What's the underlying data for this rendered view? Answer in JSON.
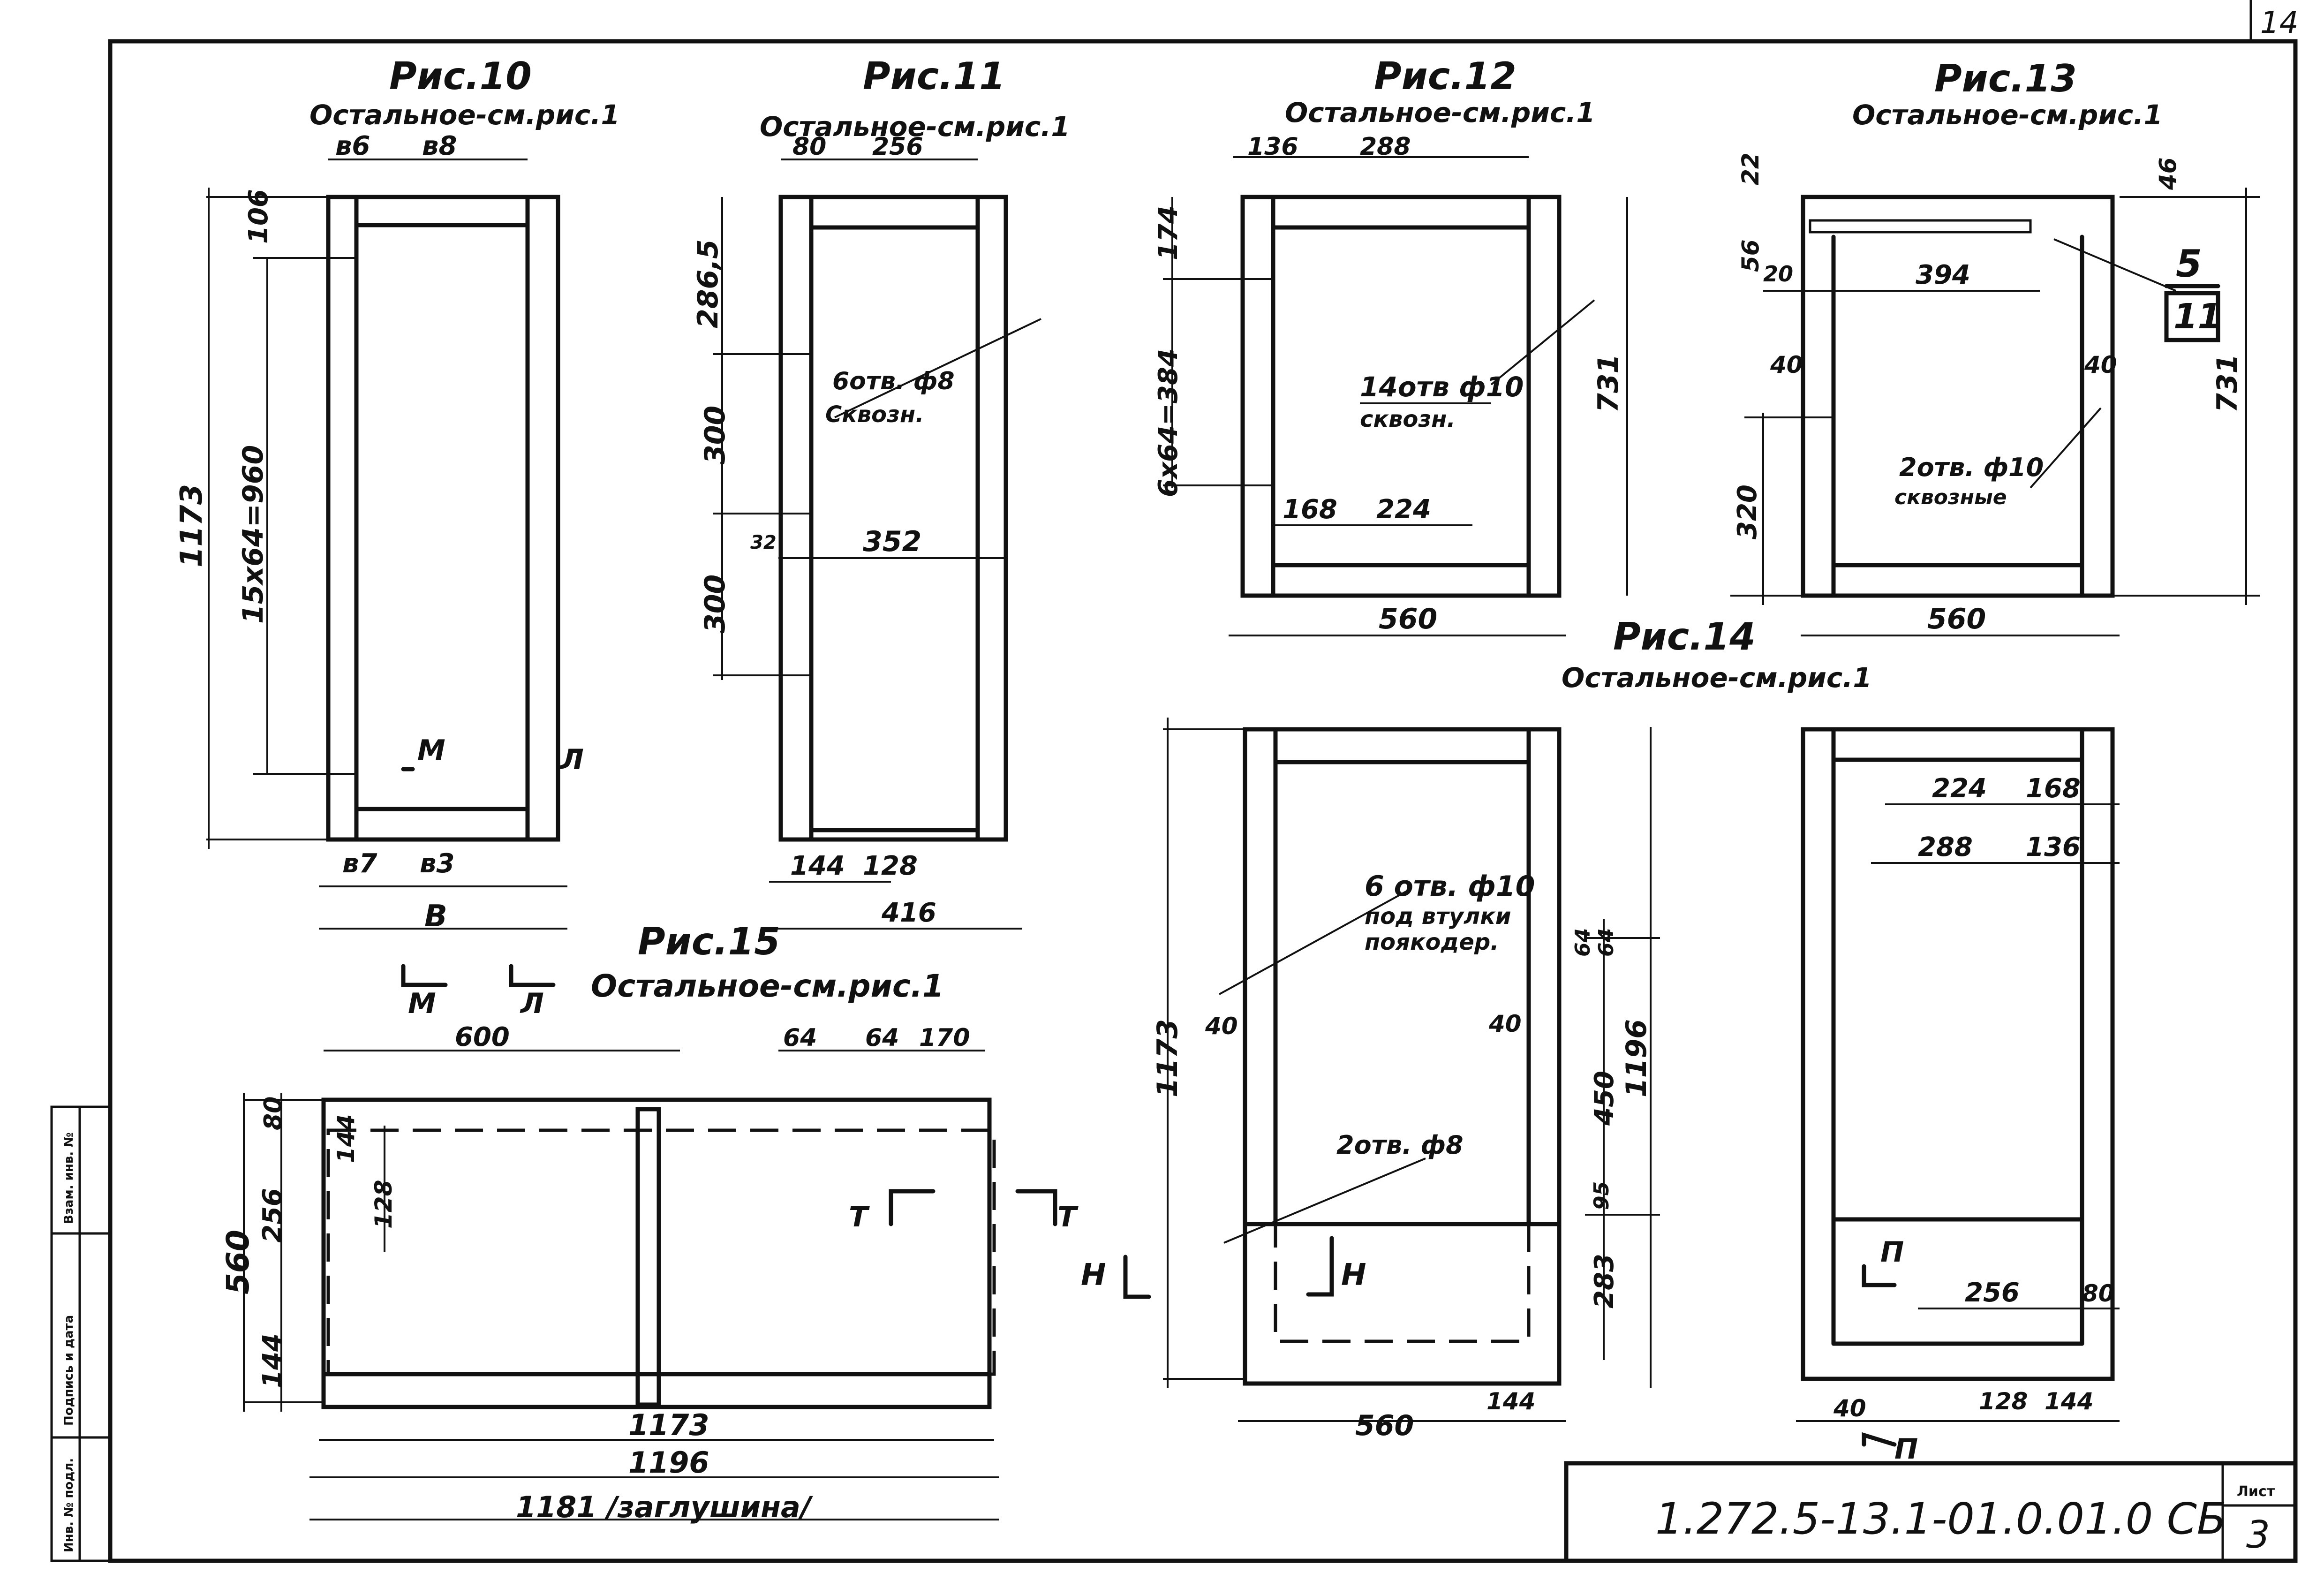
{
  "page_number": "14",
  "figures": {
    "fig10": {
      "title": "Рис.10",
      "subtitle": "Остальное-см.рис.1",
      "dims": [
        "в6",
        "в8",
        "106",
        "1173",
        "15х64=960",
        "в7",
        "в3",
        "В"
      ],
      "section_marks": [
        "М",
        "Л"
      ]
    },
    "fig11": {
      "title": "Рис.11",
      "subtitle": "Остальное-см.рис.1",
      "dims": [
        "80",
        "256",
        "286,5",
        "300",
        "32",
        "352",
        "300",
        "144",
        "128",
        "416"
      ],
      "note": [
        "6отв. ф8",
        "Сквозн."
      ]
    },
    "fig12": {
      "title": "Рис.12",
      "subtitle": "Остальное-см.рис.1",
      "dims": [
        "136",
        "288",
        "174",
        "6х64=384",
        "731",
        "168",
        "224",
        "560"
      ],
      "note": [
        "14отв ф10",
        "сквозн."
      ]
    },
    "fig13": {
      "title": "Рис.13",
      "subtitle": "Остальное-см.рис.1",
      "dims": [
        "22",
        "46",
        "56",
        "20",
        "394",
        "40",
        "40",
        "731",
        "320",
        "560"
      ],
      "note": [
        "2отв. ф10",
        "сквозные"
      ],
      "callout": [
        "5",
        "11"
      ]
    },
    "fig14": {
      "title": "Рис.14",
      "subtitle": "Остальное-см.рис.1",
      "dims": [
        "1173",
        "40",
        "64",
        "64",
        "40",
        "450",
        "1196",
        "95",
        "283",
        "560",
        "144",
        "224",
        "168",
        "288",
        "136",
        "256",
        "80",
        "40",
        "128",
        "144"
      ],
      "note_a": [
        "6 отв. ф10",
        "под втулки",
        "поякодер."
      ],
      "note_b": "2отв. ф8",
      "section_marks": [
        "Н",
        "Н",
        "П",
        "П"
      ]
    },
    "fig15": {
      "title": "Рис.15",
      "subtitle": "Остальное-см.рис.1",
      "dims": [
        "600",
        "64",
        "64",
        "170",
        "80",
        "144",
        "128",
        "256",
        "560",
        "144",
        "1173",
        "1196",
        "1181 /заглушина/"
      ],
      "section_marks": [
        "Т",
        "Т"
      ],
      "view_marks": [
        "М",
        "Л"
      ]
    }
  },
  "side_stamp": [
    "Инв. № подл.",
    "Подпись и дата",
    "Взам. инв. №"
  ],
  "title_block": {
    "code": "1.272.5-13.1-01.0.01.0 СБ",
    "sheet_label": "Лист",
    "sheet_number": "3"
  }
}
